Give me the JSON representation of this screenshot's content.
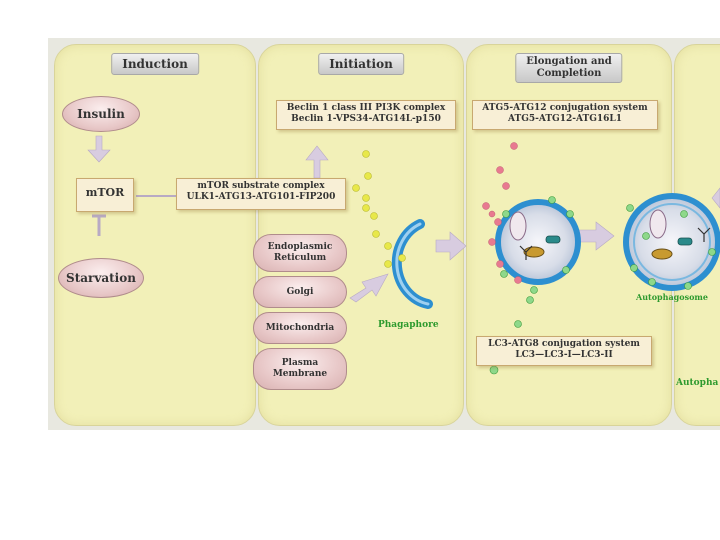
{
  "panels": {
    "induction": "Induction",
    "initiation": "Initiation",
    "elongation_line1": "Elongation and",
    "elongation_line2": "Completion"
  },
  "induction": {
    "insulin": "Insulin",
    "mtor": "mTOR",
    "starvation": "Starvation"
  },
  "mtor_complex": {
    "line1": "mTOR substrate complex",
    "line2": "ULK1-ATG13-ATG101-FIP200"
  },
  "beclin_complex": {
    "line1": "Beclin 1 class III PI3K complex",
    "line2": "Beclin 1-VPS34-ATG14L-p150"
  },
  "membrane_sources": [
    {
      "line1": "Endoplasmic",
      "line2": "Reticulum"
    },
    {
      "line1": "Golgi",
      "line2": ""
    },
    {
      "line1": "Mitochondria",
      "line2": ""
    },
    {
      "line1": "Plasma",
      "line2": "Membrane"
    }
  ],
  "phagophore_label": "Phagaphore",
  "atg12_system": {
    "line1": "ATG5-ATG12 conjugation system",
    "line2": "ATG5-ATG12-ATG16L1"
  },
  "lc3_system": {
    "line1": "LC3-ATG8 conjugation system",
    "line2": "LC3—LC3-I—LC3-II"
  },
  "autophagosome_label": "Autophagosome",
  "autophagy_partial": "Autopha",
  "colors": {
    "panel_fill": "#f2f0b8",
    "arrow": "#d8cce0",
    "membrane_blue": "#2d8fd0",
    "label_green": "#2e9a2e",
    "pink_dot": "#e87a90",
    "yellow_dot": "#e8e84a",
    "green_dot": "#8ed88a"
  }
}
